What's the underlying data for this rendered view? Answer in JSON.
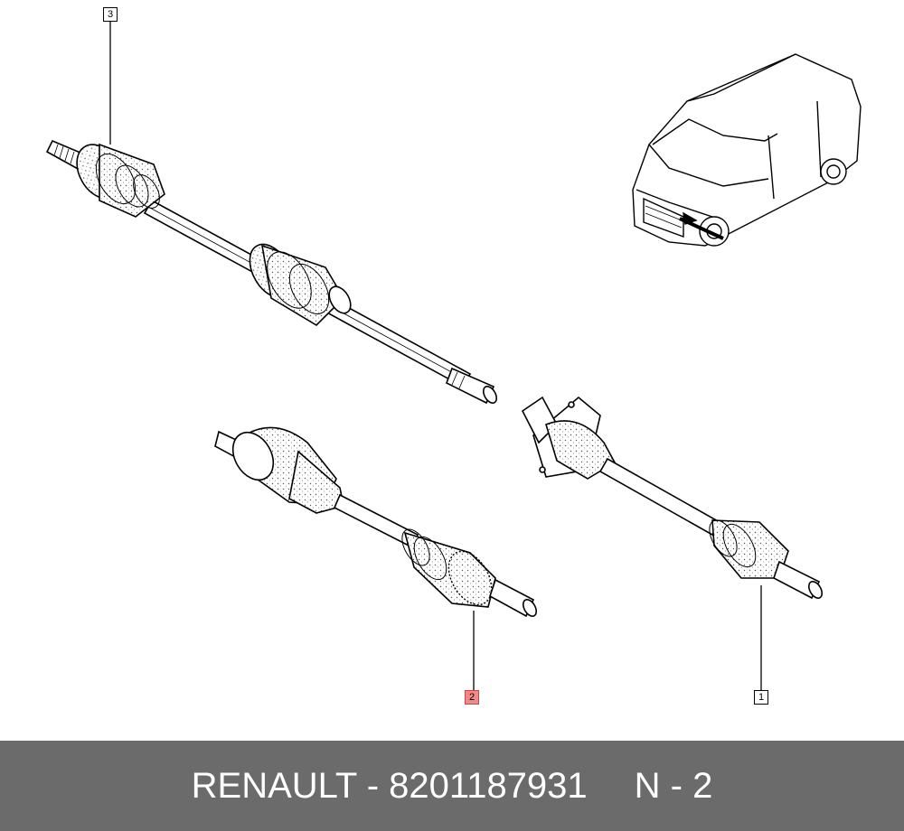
{
  "callouts": {
    "part_1": "1",
    "part_2": "2",
    "part_3": "3"
  },
  "highlight_color": "#f08a8a",
  "footer": {
    "brand_part": "RENAULT - 8201187931",
    "page_ref": "N - 2",
    "background": "#6b6b6b"
  }
}
